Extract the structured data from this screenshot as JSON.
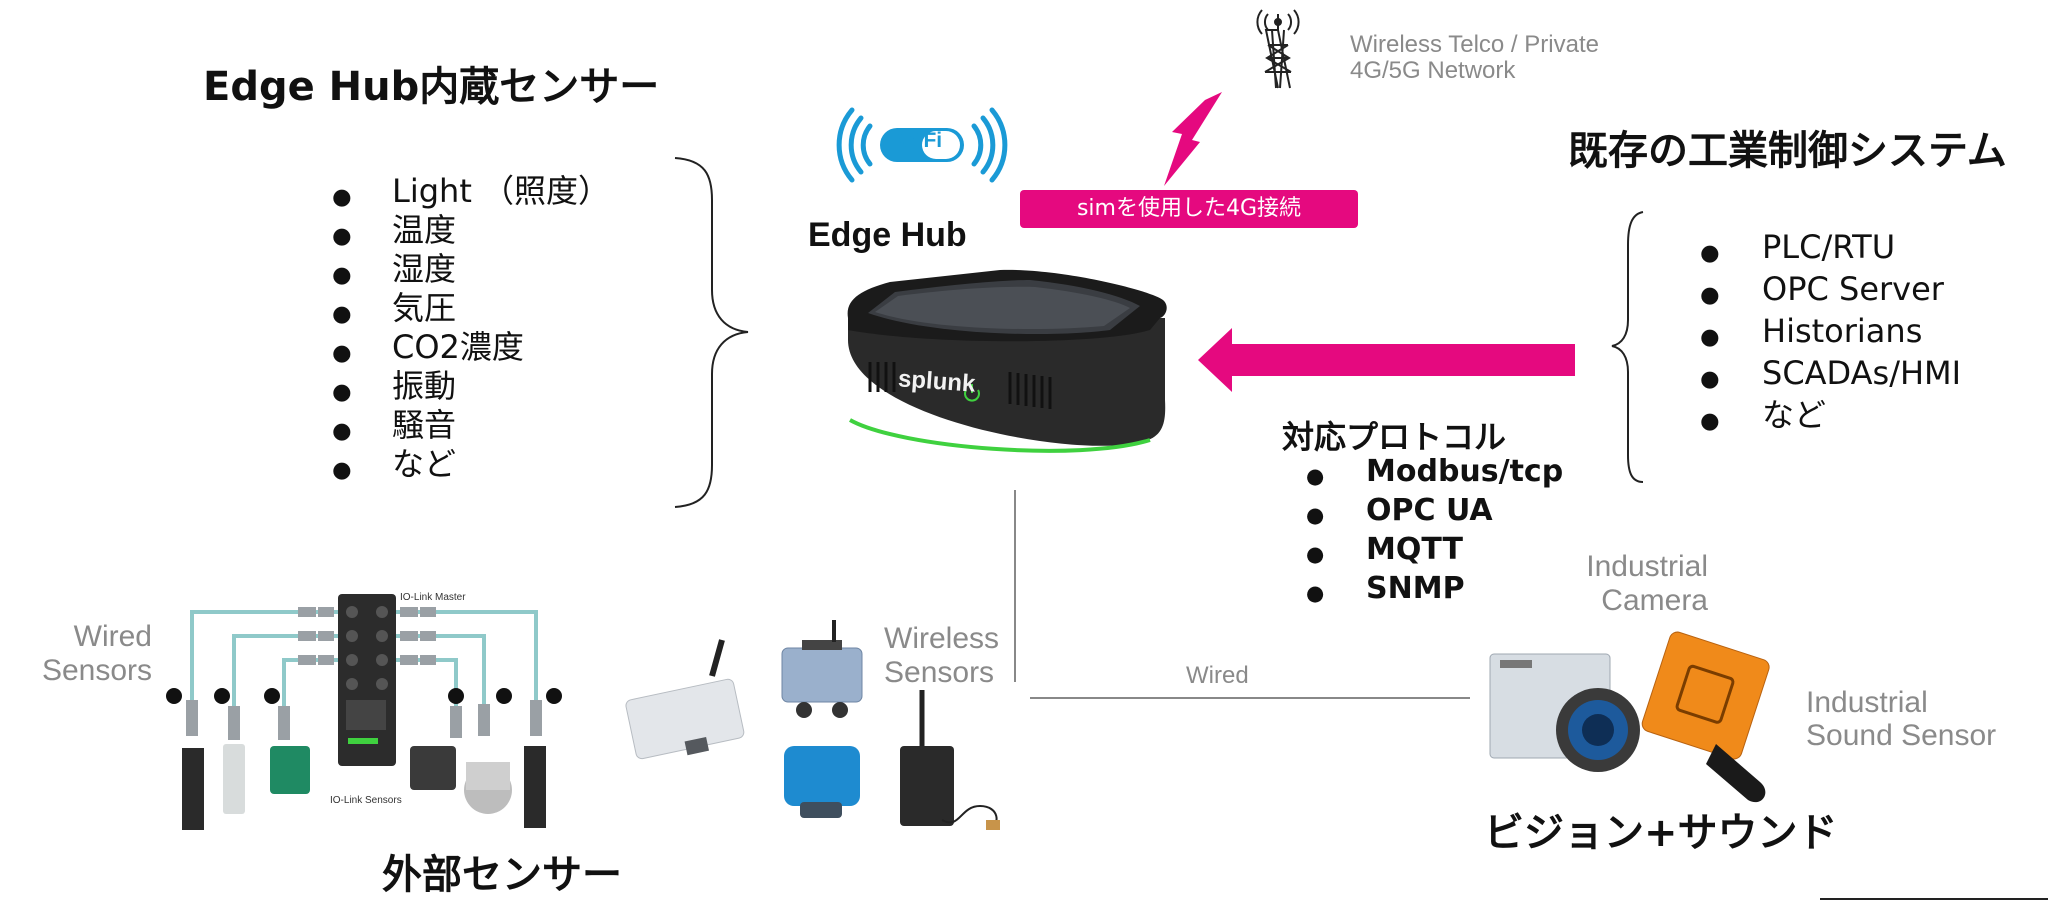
{
  "sections": {
    "builtin_title": "Edge Hub内蔵センサー",
    "builtin_items": [
      "Light （照度）",
      "温度",
      "湿度",
      "気圧",
      "CO2濃度",
      "振動",
      "騒音",
      "など"
    ],
    "edge_hub_label": "Edge Hub",
    "wifi_text": "WiFi",
    "device_brand": "splunk",
    "network_line1": "Wireless Telco / Private",
    "network_line2": "4G/5G Network",
    "sim_label": "simを使用した4G接続",
    "ics_title": "既存の工業制御システム",
    "ics_items": [
      "PLC/RTU",
      "OPC Server",
      "Historians",
      "SCADAs/HMI",
      "など"
    ],
    "protocol_title": "対応プロトコル",
    "protocol_items": [
      "Modbus/tcp",
      "OPC UA",
      "MQTT",
      "SNMP"
    ],
    "wired_sensors_line1": "Wired",
    "wired_sensors_line2": "Sensors",
    "io_link_master": "IO-Link Master",
    "io_link_sensors": "IO-Link Sensors",
    "wireless_sensors_line1": "Wireless",
    "wireless_sensors_line2": "Sensors",
    "wired_label": "Wired",
    "camera_line1": "Industrial",
    "camera_line2": "Camera",
    "sound_line1": "Industrial",
    "sound_line2": "Sound Sensor",
    "external_title": "外部センサー",
    "vision_title": "ビジョン+サウンド"
  },
  "colors": {
    "accent": "#e5097f",
    "wifi": "#1a9ad6",
    "label_grey": "#8a8a8a",
    "cable": "#8fc9c9",
    "hub_green": "#3fd13f"
  },
  "icons": [
    "cell-tower-icon",
    "wifi-icon",
    "lightning-bolt-icon",
    "arrow-left-icon",
    "power-icon"
  ]
}
